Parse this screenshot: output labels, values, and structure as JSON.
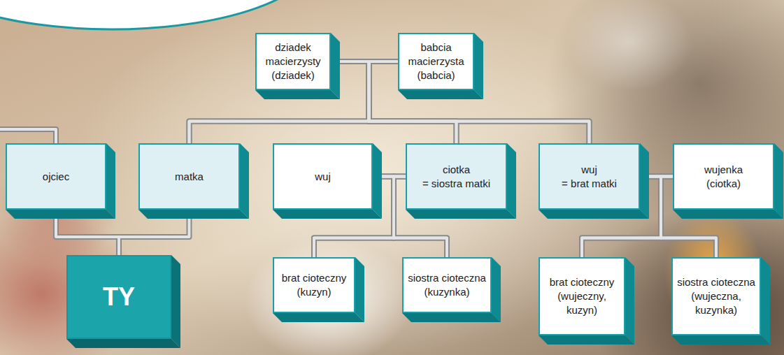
{
  "diagram": {
    "nodes": [
      {
        "text": [
          "dziadek macierzysty",
          "(dziadek)"
        ]
      },
      {
        "text": [
          "babcia macierzysta",
          "(babcia)"
        ]
      },
      {
        "text": [
          "ojciec"
        ]
      },
      {
        "text": [
          "matka"
        ]
      },
      {
        "text": [
          "wuj"
        ]
      },
      {
        "text": [
          "ciotka",
          "= siostra matki"
        ]
      },
      {
        "text": [
          "wuj",
          "= brat matki"
        ]
      },
      {
        "text": [
          "wujenka",
          "(ciotka)"
        ]
      },
      {
        "text": [
          "TY"
        ]
      },
      {
        "text": [
          "brat cioteczny",
          "(kuzyn)"
        ]
      },
      {
        "text": [
          "siostra cioteczna",
          "(kuzynka)"
        ]
      },
      {
        "text": [
          "brat cioteczny",
          "(wujeczny, kuzyn)"
        ]
      },
      {
        "text": [
          "siostra cioteczna",
          "(wujeczna, kuzynka)"
        ]
      }
    ],
    "edges": [
      {
        "from": 0,
        "to": 1,
        "arrow": "none"
      },
      {
        "from": 0,
        "to": 3,
        "arrow": "none"
      },
      {
        "from": 1,
        "to": 3,
        "arrow": "none"
      },
      {
        "from": 0,
        "to": 5,
        "arrow": "none"
      },
      {
        "from": 1,
        "to": 5,
        "arrow": "none"
      },
      {
        "from": 0,
        "to": 6,
        "arrow": "none"
      },
      {
        "from": 1,
        "to": 6,
        "arrow": "none"
      },
      {
        "from": 2,
        "to": 8,
        "arrow": "none"
      },
      {
        "from": 3,
        "to": 8,
        "arrow": "none"
      },
      {
        "from": 4,
        "to": 5,
        "arrow": "none"
      },
      {
        "from": 4,
        "to": 9,
        "arrow": "none"
      },
      {
        "from": 4,
        "to": 10,
        "arrow": "none"
      },
      {
        "from": 5,
        "to": 9,
        "arrow": "none"
      },
      {
        "from": 5,
        "to": 10,
        "arrow": "none"
      },
      {
        "from": 6,
        "to": 7,
        "arrow": "none"
      },
      {
        "from": 6,
        "to": 11,
        "arrow": "none"
      },
      {
        "from": 6,
        "to": 12,
        "arrow": "none"
      },
      {
        "from": 7,
        "to": 11,
        "arrow": "none"
      },
      {
        "from": 7,
        "to": 12,
        "arrow": "none"
      }
    ]
  }
}
